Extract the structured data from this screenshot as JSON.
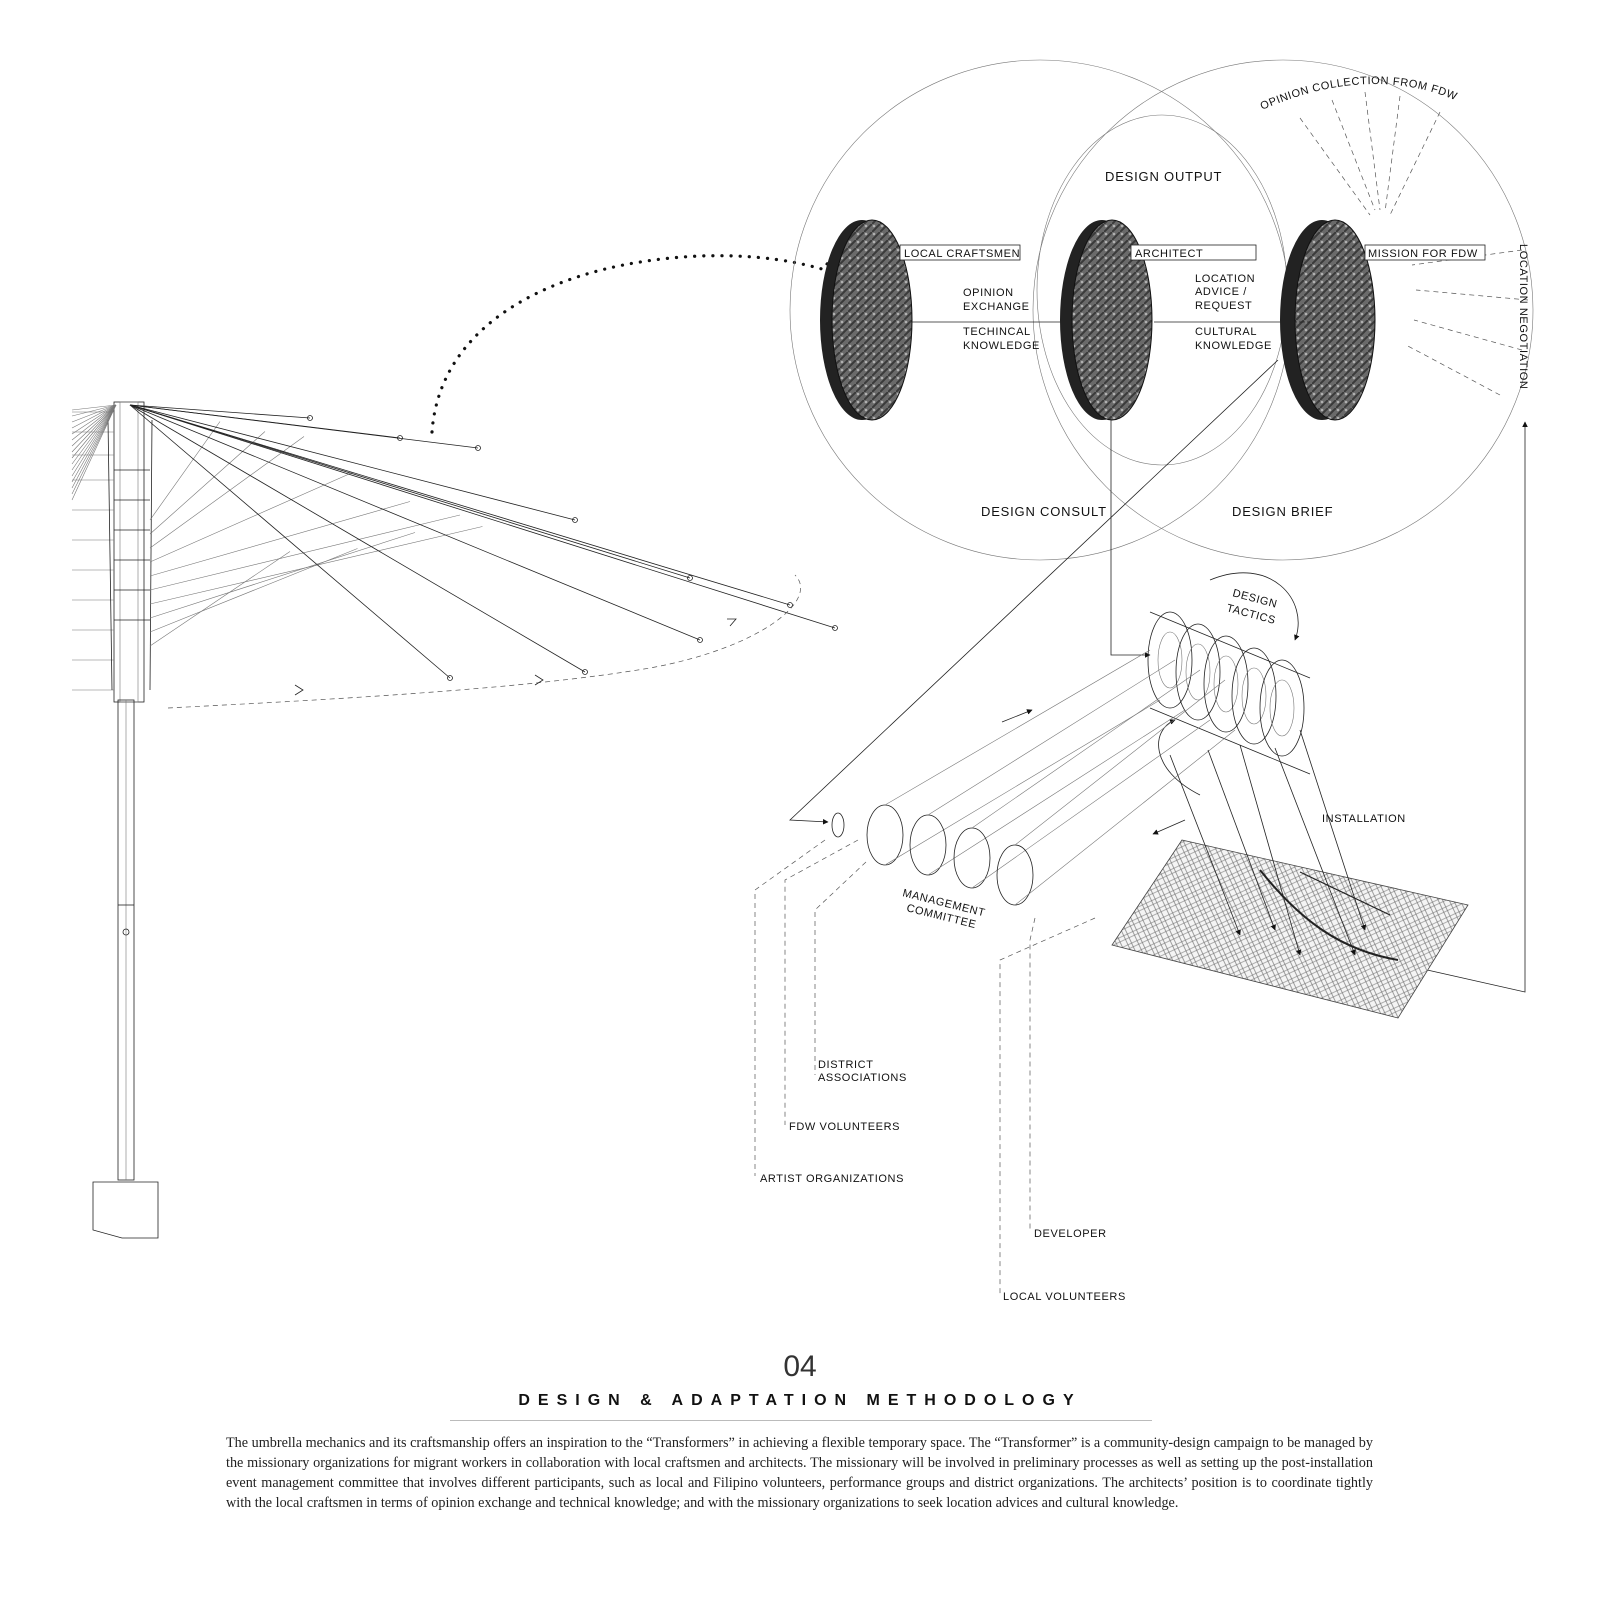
{
  "diagram": {
    "circles": {
      "top": "DESIGN OUTPUT",
      "bottom_left": "DESIGN CONSULT",
      "bottom_right": "DESIGN BRIEF"
    },
    "arc_label": "OPINION COLLECTION FROM FDW",
    "side_label": "LOCATION NEGOTIATION",
    "portraits": {
      "left": "LOCAL CRAFTSMEN",
      "center": "ARCHITECT",
      "right": "MISSION FOR FDW"
    },
    "links": {
      "left_1": "OPINION",
      "left_2": "EXCHANGE",
      "left_3": "TECHINCAL",
      "left_4": "KNOWLEDGE",
      "right_1": "LOCATION",
      "right_2": "ADVICE /",
      "right_3": "REQUEST",
      "right_4": "CULTURAL",
      "right_5": "KNOWLEDGE"
    },
    "tactics_1": "DESIGN",
    "tactics_2": "TACTICS",
    "installation": "INSTALLATION",
    "committee_1": "MANAGEMENT",
    "committee_2": "COMMITTEE",
    "participants": {
      "district_1": "DISTRICT",
      "district_2": "ASSOCIATIONS",
      "fdw_volunteers": "FDW VOLUNTEERS",
      "artist_org": "ARTIST ORGANIZATIONS",
      "developer": "DEVELOPER",
      "local_volunteers": "LOCAL VOLUNTEERS"
    }
  },
  "section": {
    "number": "04",
    "title": "DESIGN & ADAPTATION METHODOLOGY",
    "body": "The umbrella mechanics and its craftsmanship offers an inspiration to the “Transformers” in achieving a flexible temporary space. The “Transformer” is a community-design campaign to be managed by the missionary organizations for migrant workers in collaboration with local craftsmen and architects. The missionary will be involved in preliminary processes as well as setting up the post-installation event management committee that involves different participants, such as local and Filipino volunteers, performance groups and district organizations. The architects’ position is to coordinate tightly with the local craftsmen in terms of opinion exchange and technical knowledge; and with the missionary organizations to seek location advices and cultural knowledge."
  }
}
